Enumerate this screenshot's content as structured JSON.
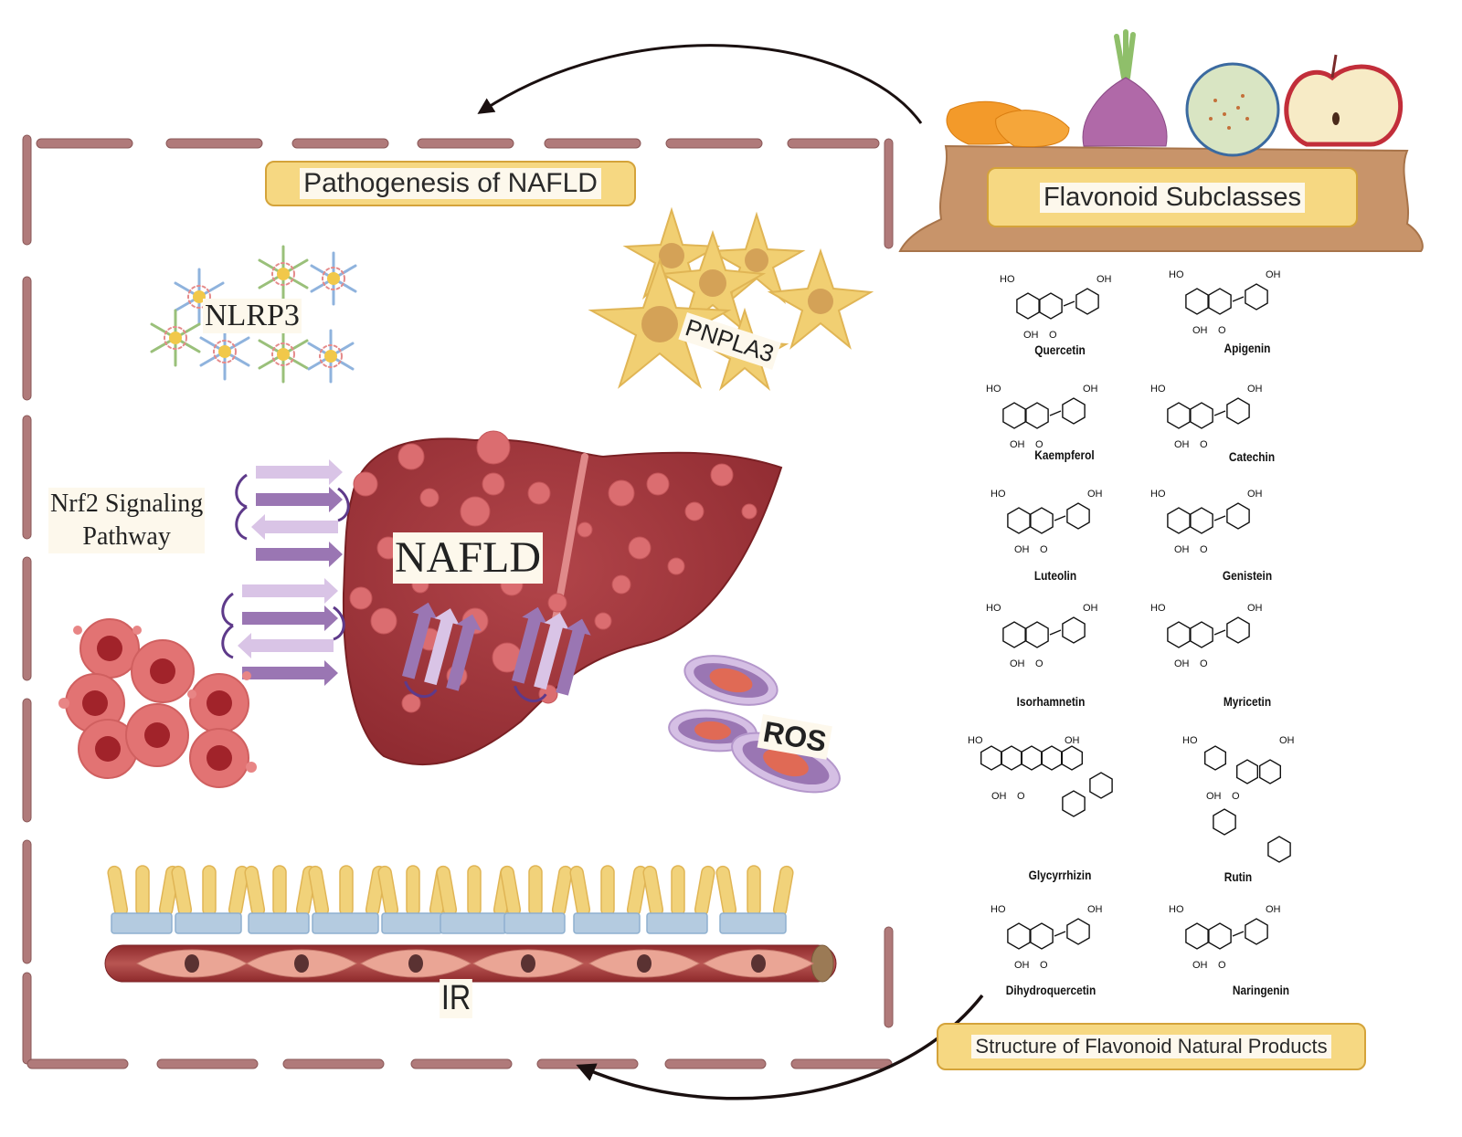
{
  "pathogenesis": {
    "title": "Pathogenesis of NAFLD",
    "center_label": "NAFLD",
    "factors": {
      "nlrp3": "NLRP3",
      "pnpla3": "PNPLA3",
      "nrf2_line1": "Nrf2 Signaling",
      "nrf2_line2": "Pathway",
      "ros": "ROS",
      "ir": "IR"
    }
  },
  "flavonoids": {
    "subclasses_title": "Flavonoid Subclasses",
    "foods": [
      "orange peel",
      "red onion",
      "guava",
      "apple"
    ],
    "structures_title": "Structure of Flavonoid Natural Products",
    "compounds": [
      {
        "name": "Quercetin"
      },
      {
        "name": "Apigenin"
      },
      {
        "name": "Kaempferol"
      },
      {
        "name": "Catechin"
      },
      {
        "name": "Luteolin"
      },
      {
        "name": "Genistein"
      },
      {
        "name": "Isorhamnetin"
      },
      {
        "name": "Myricetin"
      },
      {
        "name": "Glycyrrhizin"
      },
      {
        "name": "Rutin"
      },
      {
        "name": "Dihydroquercetin"
      },
      {
        "name": "Naringenin"
      }
    ],
    "atom_labels": {
      "oh": "OH",
      "ho": "HO",
      "o": "O"
    }
  },
  "colors": {
    "dash_border": "#b07a7a",
    "label_box": "#f6d882",
    "liver": "#a83a3e",
    "nodule": "#d9676a",
    "protein": "#9a76b3",
    "star_cell": "#f1cf72",
    "vessel": "#a8403f"
  }
}
